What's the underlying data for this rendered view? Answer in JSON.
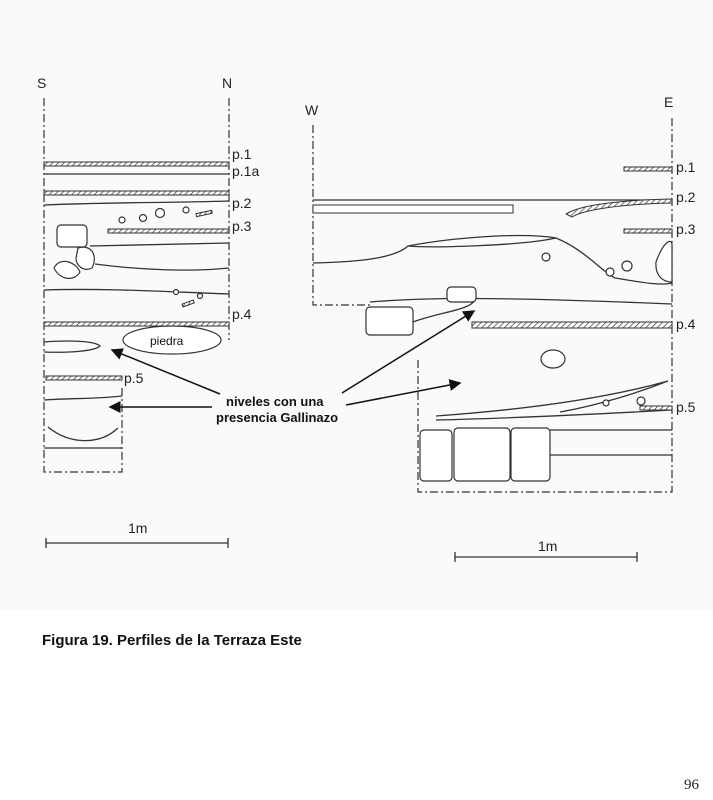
{
  "profile_left": {
    "dir_left": "S",
    "dir_right": "N",
    "floors": [
      "p.1",
      "p.1a",
      "p.2",
      "p.3",
      "p.4",
      "p.5"
    ],
    "stone_label": "piedra",
    "scale_label": "1m"
  },
  "profile_right": {
    "dir_left": "W",
    "dir_right": "E",
    "floors": [
      "p.1",
      "p.2",
      "p.3",
      "p.4",
      "p.5"
    ],
    "scale_label": "1m"
  },
  "annotation": {
    "line1": "niveles con una",
    "line2": "presencia Gallinazo"
  },
  "caption": "Figura 19. Perfiles de la Terraza Este",
  "page_number": "96"
}
